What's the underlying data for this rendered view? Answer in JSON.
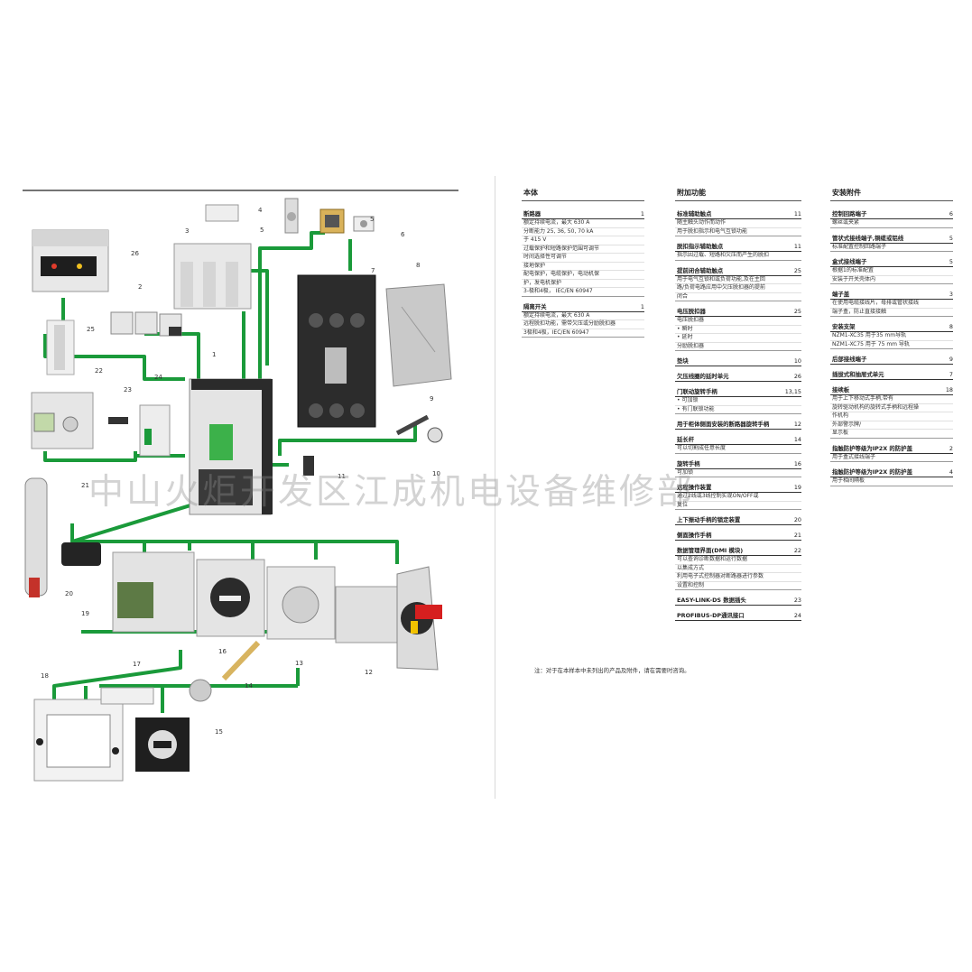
{
  "callouts": {
    "c1": "1",
    "c2": "2",
    "c3": "3",
    "c4": "4",
    "c5a": "5",
    "c5b": "5",
    "c6": "6",
    "c7": "7",
    "c8": "8",
    "c9": "9",
    "c10": "10",
    "c11": "11",
    "c12": "12",
    "c13": "13",
    "c14": "14",
    "c15": "15",
    "c16": "16",
    "c17": "17",
    "c18": "18",
    "c19": "19",
    "c20": "20",
    "c21": "21",
    "c22": "22",
    "c23": "23",
    "c24": "24",
    "c25": "25",
    "c26": "26"
  },
  "columns": {
    "body": {
      "title": "本体",
      "entries": [
        {
          "title": "断路器",
          "num": "1",
          "lines": [
            "额定持续电流，最大 630 A",
            "分断能力 25, 36, 50, 70 kA",
            "于 415 V",
            "过载保护和短路保护范围可调节",
            "时间选择性可调节",
            "接地保护",
            "配电保护，电缆保护，电动机保",
            "护，发电机保护",
            "3-极和4极， IEC/EN 60947"
          ]
        },
        {
          "title": "隔离开关",
          "num": "1",
          "lines": [
            "额定持续电流，最大 630 A",
            "远程脱扣功能，需带欠压或分励脱扣器",
            "3极和4极，IEC/EN 60947"
          ]
        }
      ]
    },
    "functions": {
      "title": "附加功能",
      "entries": [
        {
          "title": "标准辅助触点",
          "num": "11",
          "lines": [
            "随主触头动作而动作",
            "用于脱扣指示和电气互锁功能"
          ]
        },
        {
          "title": "脱扣指示辅助触点",
          "num": "11",
          "lines": [
            "指示因过载、短路和欠压而产生的脱扣"
          ]
        },
        {
          "title": "提前闭合辅助触点",
          "num": "25",
          "lines": [
            "用于电气互锁和或负荷功能,及在主回",
            "路/负荷电路应用中欠压脱扣器的提前",
            "闭合"
          ]
        },
        {
          "title": "电压脱扣器",
          "num": "25",
          "lines": [
            "电压脱扣器",
            "• 瞬时",
            "• 延时",
            "分励脱扣器"
          ]
        },
        {
          "title": "垫块",
          "num": "10",
          "lines": []
        },
        {
          "title": "欠压线圈的延时单元",
          "num": "26",
          "lines": []
        },
        {
          "title": "门联动旋转手柄",
          "num": "13,15",
          "lines": [
            "• 可加锁",
            "• 有门联锁功能"
          ]
        },
        {
          "title": "用于柜体侧面安装的断路器旋转手柄",
          "num": "12",
          "lines": []
        },
        {
          "title": "延长杆",
          "num": "14",
          "lines": [
            "可以切割成任意长度"
          ]
        },
        {
          "title": "旋转手柄",
          "num": "16",
          "lines": [
            "可加锁"
          ]
        },
        {
          "title": "远程操作装置",
          "num": "19",
          "lines": [
            "通过2线或3线控制实现ON/OFF或",
            "复位"
          ]
        },
        {
          "title": "上下振动手柄的锁定装置",
          "num": "20",
          "lines": []
        },
        {
          "title": "侧面操作手柄",
          "num": "21",
          "lines": []
        },
        {
          "title": "数据管理界面(DMI 模块)",
          "num": "22",
          "lines": [
            "可以查询诊断数据和运行数据",
            "以集成方式",
            "利用电子式控制器对断路器进行参数",
            "设置和控制"
          ]
        },
        {
          "title": "EASY-LINK-DS 数据插头",
          "num": "23",
          "lines": []
        },
        {
          "title": "PROFIBUS-DP通讯接口",
          "num": "24",
          "lines": []
        }
      ]
    },
    "mounting": {
      "title": "安装附件",
      "entries": [
        {
          "title": "控制回路端子",
          "num": "6",
          "lines": [
            "螺丝或夹紧"
          ]
        },
        {
          "title": "管状式接线端子,铜缆或铝线",
          "num": "5",
          "lines": [
            "标准配置控制回路端子"
          ]
        },
        {
          "title": "盒式接线端子",
          "num": "5",
          "lines": [
            "根据1的标准配置",
            "安装于开关壳体内"
          ]
        },
        {
          "title": "端子盖",
          "num": "3",
          "lines": [
            "在使用电缆接线片，母排或管状接线",
            "端子盒，防止直接接触"
          ]
        },
        {
          "title": "安装支架",
          "num": "8",
          "lines": [
            "NZM1-XC35 用于35 mm导轨",
            "NZM1-XC75 用于 75 mm 导轨"
          ]
        },
        {
          "title": "后部接线端子",
          "num": "9",
          "lines": []
        },
        {
          "title": "插拔式和抽屉式单元",
          "num": "7",
          "lines": []
        },
        {
          "title": "接续板",
          "num": "18",
          "lines": [
            "用于上下移动式手柄,带有",
            "旋转驱动机构的旋转式手柄和远程操",
            "作机构",
            "外部警示牌/",
            "显示板"
          ]
        },
        {
          "title": "指触防护等级为IP2X 的防护盖",
          "num": "2",
          "lines": [
            "用于盒式接线端子"
          ]
        },
        {
          "title": "指触防护等级为IP2X 的防护盖",
          "num": "4",
          "lines": [
            "用于相间隔板"
          ]
        }
      ]
    }
  },
  "footnote": "注：对于在本样本中未列出的产品及附件，请在需要时咨询。",
  "watermark": "中山火炬开发区江成机电设备维修部",
  "colors": {
    "arrow_green": "#1a9a3a",
    "breaker_grey": "#e3e3e3",
    "dark": "#2b2b2b",
    "handle_red": "#d61f1f",
    "handle_yellow": "#f2c200"
  }
}
